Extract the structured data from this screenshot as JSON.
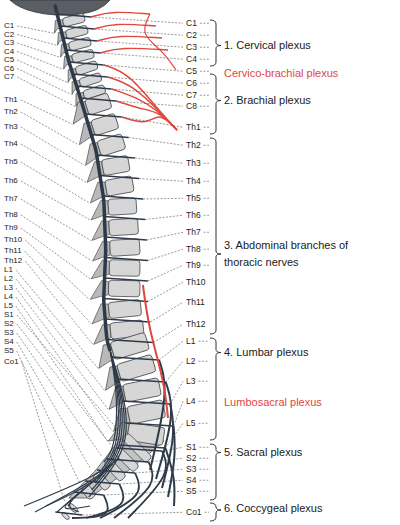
{
  "diagram": {
    "labels": [
      "C1",
      "C2",
      "C3",
      "C4",
      "C5",
      "C6",
      "C7",
      "Th1",
      "Th2",
      "Th3",
      "Th4",
      "Th5",
      "Th6",
      "Th7",
      "Th8",
      "Th9",
      "Th10",
      "Th11",
      "Th12",
      "L1",
      "L2",
      "L3",
      "L4",
      "L5",
      "S1",
      "S2",
      "S3",
      "S4",
      "S5",
      "Co1",
      "C1",
      "C2",
      "C3",
      "C4",
      "C5",
      "C6",
      "C7",
      "C8",
      "Th1",
      "Th2",
      "Th3",
      "Th4",
      "Th5",
      "Th6",
      "Th7",
      "Th8",
      "Th9",
      "Th10",
      "Th11",
      "Th12",
      "L1",
      "L2",
      "L3",
      "L4",
      "L5",
      "S1",
      "S2",
      "S3",
      "S4",
      "S5",
      "Co1",
      "1. Cervical plexus",
      "Cervico-brachial plexus",
      "2. Brachial plexus",
      "3. Abdominal branches of thoracic nerves",
      "4. Lumbar plexus",
      "Lumbosacral plexus",
      "5. Sacral plexus",
      "6. Coccygeal plexus"
    ]
  }
}
